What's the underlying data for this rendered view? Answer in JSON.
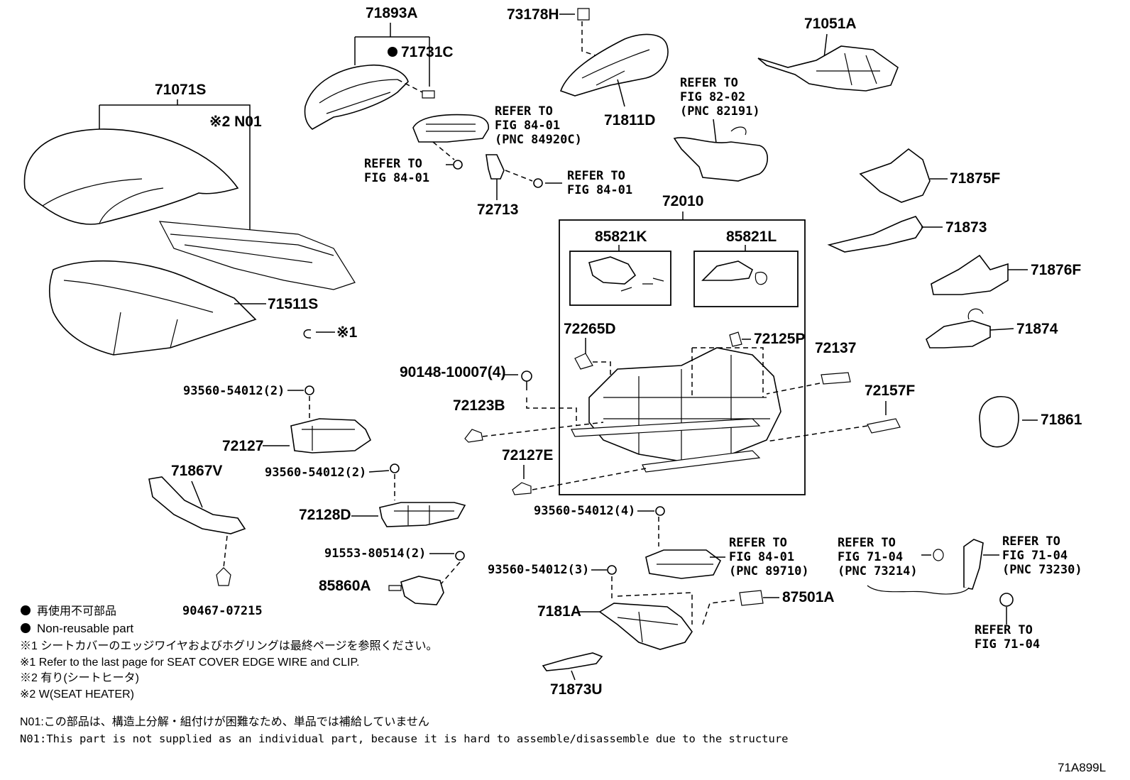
{
  "diagram_code": "71A899L",
  "parts": {
    "p71893A": "71893A",
    "p71731C": "71731C",
    "p73178H": "73178H",
    "p71051A": "71051A",
    "p71071S": "71071S",
    "n01_tag": "※2 N01",
    "p71811D": "71811D",
    "p72713": "72713",
    "p72010": "72010",
    "p85821K": "85821K",
    "p85821L": "85821L",
    "p71875F": "71875F",
    "p71873": "71873",
    "p71876F": "71876F",
    "p71874": "71874",
    "p71511S": "71511S",
    "mark1": "※1",
    "p72265D": "72265D",
    "p72125P": "72125P",
    "p72137": "72137",
    "p90148": "90148-10007(4)",
    "p93560_a": "93560-54012(2)",
    "p72123B": "72123B",
    "p72157F": "72157F",
    "p71861": "71861",
    "p72127": "72127",
    "p72127E": "72127E",
    "p71867V": "71867V",
    "p93560_b": "93560-54012(2)",
    "p72128D": "72128D",
    "p93560_c": "93560-54012(4)",
    "p91553": "91553-80514(2)",
    "p85860A": "85860A",
    "p93560_d": "93560-54012(3)",
    "p90467": "90467-07215",
    "p7181A": "7181A",
    "p87501A": "87501A",
    "p71873U": "71873U"
  },
  "refs": {
    "r84920C": [
      "REFER TO",
      "FIG 84-01",
      "(PNC 84920C)"
    ],
    "r82191": [
      "REFER TO",
      "FIG 82-02",
      "(PNC 82191)"
    ],
    "r84_left": [
      "REFER TO",
      "FIG 84-01"
    ],
    "r84_right": [
      "REFER TO",
      "FIG 84-01"
    ],
    "r89710": [
      "REFER TO",
      "FIG 84-01",
      "(PNC 89710)"
    ],
    "r73214": [
      "REFER TO",
      "FIG 71-04",
      "(PNC 73214)"
    ],
    "r73230": [
      "REFER TO",
      "FIG 71-04",
      "(PNC 73230)"
    ],
    "r7104": [
      "REFER TO",
      "FIG 71-04"
    ]
  },
  "notes": {
    "legend_jp": "再使用不可部品",
    "legend_en": "Non-reusable part",
    "note1_jp": "※1 シートカバーのエッジワイヤおよびホグリングは最終ページを参照ください。",
    "note1_en": "※1 Refer to the last page for SEAT COVER EDGE WIRE and CLIP.",
    "note2_jp": "※2 有り(シートヒータ)",
    "note2_en": "※2 W(SEAT HEATER)",
    "n01_jp": "N01:この部品は、構造上分解・組付けが困難なため、単品では補給していません",
    "n01_en": "N01:This part is not supplied as an individual part, because it is hard to assemble/disassemble due to the structure"
  }
}
